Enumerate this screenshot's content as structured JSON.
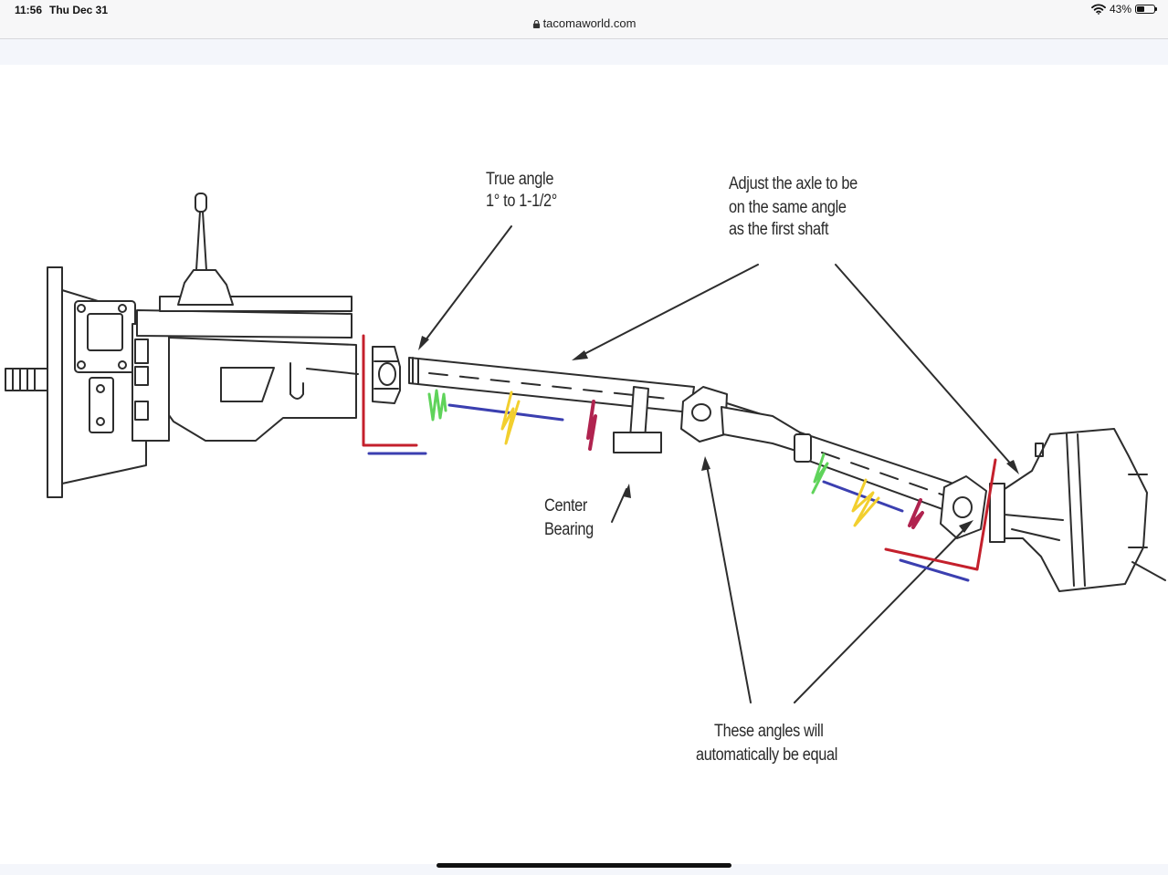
{
  "status_bar": {
    "time": "11:56",
    "date": "Thu Dec 31",
    "url": "tacomaworld.com",
    "battery": "43%",
    "battery_level": 0.43
  },
  "diagram": {
    "label_true_angle_1": "True angle",
    "label_true_angle_2": "1° to 1-1/2°",
    "label_adjust_1": "Adjust the axle to be",
    "label_adjust_2": "on the same angle",
    "label_adjust_3": "as the first shaft",
    "label_center_1": "Center",
    "label_center_2": "Bearing",
    "label_equal_1": "These angles will",
    "label_equal_2": "automatically be equal",
    "markup_colors": {
      "red": "#c4202c",
      "blue": "#3b3fb0",
      "green": "#5fd35a",
      "yellow": "#f2cf2e",
      "magenta": "#b0234f"
    }
  }
}
